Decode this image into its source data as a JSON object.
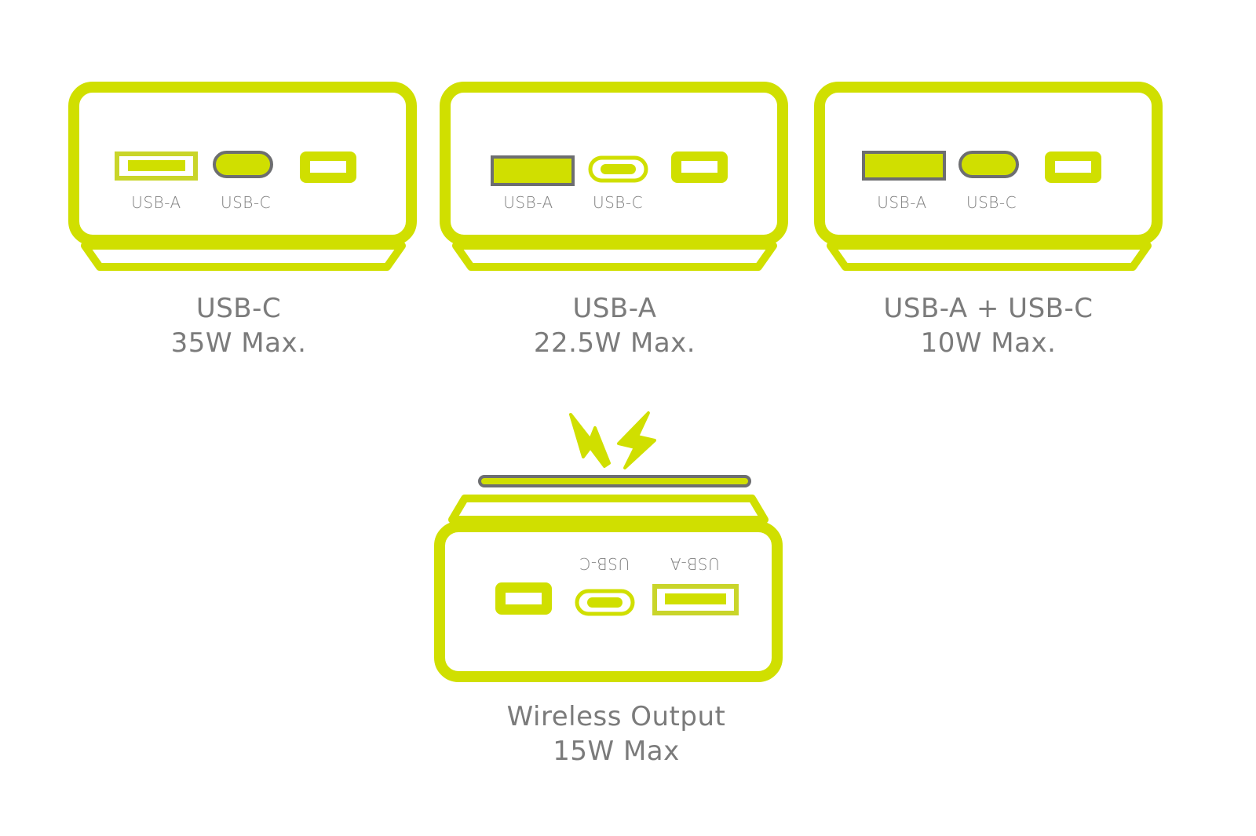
{
  "colors": {
    "accent": "#d0df00",
    "outline": "#6d6e70",
    "text": "#7b7b7b"
  },
  "devices": [
    {
      "ports": {
        "usb_a": "USB-A",
        "usb_c": "USB-C"
      },
      "active": "USB-C",
      "caption": {
        "line1": "USB-C",
        "line2": "35W Max."
      }
    },
    {
      "ports": {
        "usb_a": "USB-A",
        "usb_c": "USB-C"
      },
      "active": "USB-A",
      "caption": {
        "line1": "USB-A",
        "line2": "22.5W Max."
      }
    },
    {
      "ports": {
        "usb_a": "USB-A",
        "usb_c": "USB-C"
      },
      "active": "USB-A + USB-C",
      "caption": {
        "line1": "USB-A + USB-C",
        "line2": "10W Max."
      }
    }
  ],
  "wireless": {
    "ports": {
      "usb_a": "USB-A",
      "usb_c": "USB-C"
    },
    "icon": "lightning-bolt-icon",
    "caption": {
      "line1": "Wireless Output",
      "line2": "15W Max"
    }
  }
}
